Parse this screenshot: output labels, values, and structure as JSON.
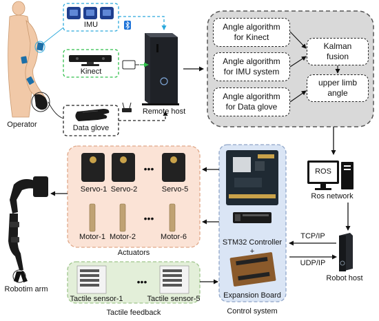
{
  "operator": {
    "label": "Operator",
    "imu_label": "IMU",
    "kinect_label": "Kinect",
    "data_glove_label": "Data glove",
    "remote_host_label": "Remote host"
  },
  "algorithms": {
    "kinect_line1": "Angle algorithm",
    "kinect_line2": "for Kinect",
    "imu_line1": "Angle algorithm",
    "imu_line2": "for IMU system",
    "glove_line1": "Angle algorithm",
    "glove_line2": "for Data glove",
    "kalman_line1": "Kalman",
    "kalman_line2": "fusion",
    "angle_line1": "upper limb",
    "angle_line2": "angle"
  },
  "ros": {
    "screen_text": "ROS",
    "label": "Ros network"
  },
  "robot": {
    "host_label": "Robot host",
    "tcp_label": "TCP/IP",
    "udp_label": "UDP/IP",
    "arm_label": "Robotim arm"
  },
  "actuators": {
    "title": "Actuators",
    "servos": [
      "Servo-1",
      "Servo-2",
      "Servo-5"
    ],
    "motors": [
      "Motor-1",
      "Motor-2",
      "Motor-6"
    ],
    "ellipsis": "•••"
  },
  "control": {
    "title": "Control system",
    "controller_label": "STM32 Controller",
    "plus": "+",
    "board_label": "Expansion Board"
  },
  "tactile": {
    "title": "Tactile feedback",
    "sensors": [
      "Tactile sensor-1",
      "Tactile sensor-5"
    ],
    "ellipsis": "•••"
  },
  "colors": {
    "imu_arrow": "#2aa8dc",
    "kinect_arrow": "#2fbf4a",
    "actuators_fill": "#fbe3d6",
    "tactile_fill": "#e3efd9",
    "control_fill": "#dae5f5",
    "algorithm_fill": "#d9d9d9",
    "imu_sensor": "#1c6fa8"
  }
}
